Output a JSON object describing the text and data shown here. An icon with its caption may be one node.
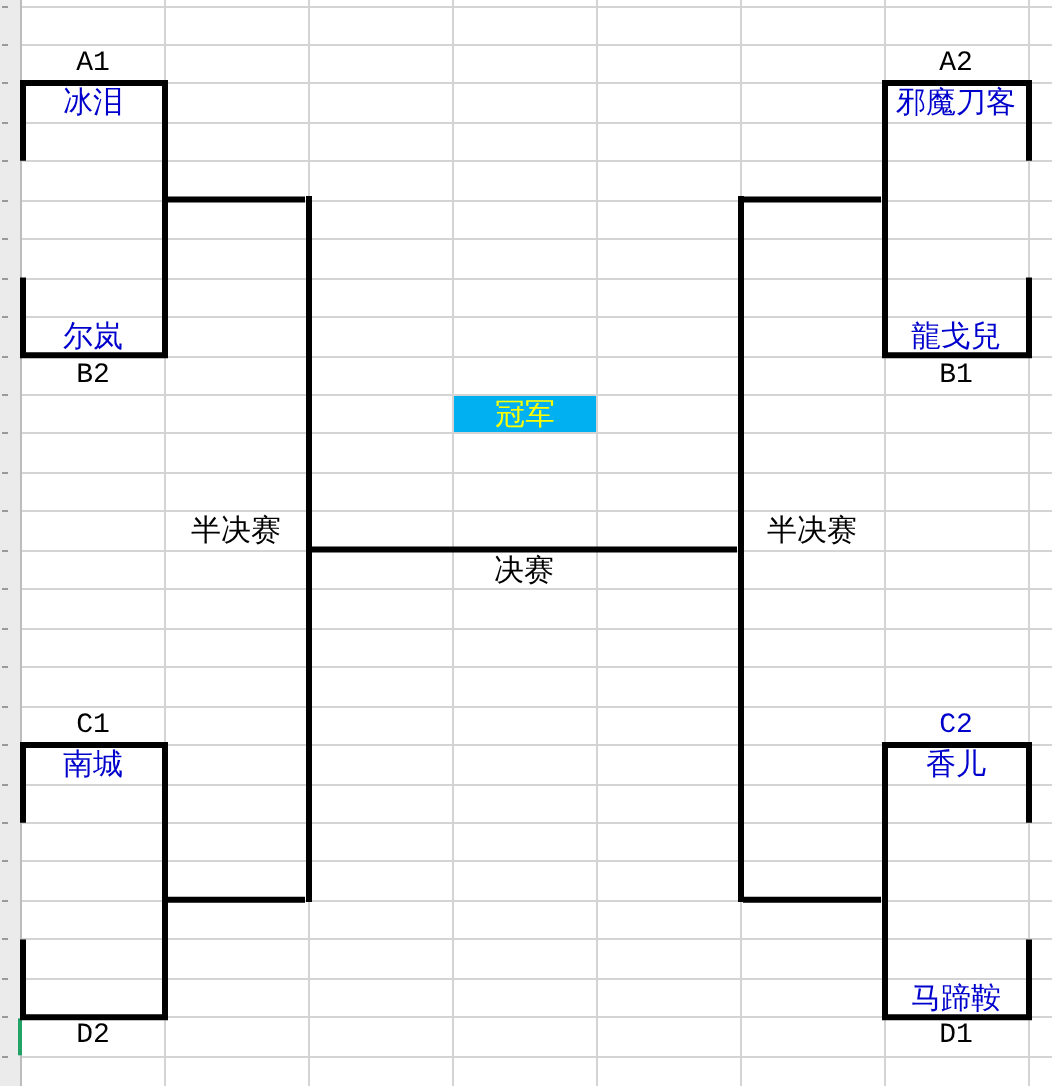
{
  "diagram": {
    "nodes": [
      {
        "text": [
          "冰泪",
          "尔岚"
        ],
        "beside": [
          "A1",
          "B2"
        ]
      },
      {
        "text": [
          "邪魔刀客",
          "龍戈兒"
        ],
        "beside": [
          "A2",
          "B1"
        ]
      },
      {
        "text": [
          "冠军"
        ]
      },
      {
        "text": [],
        "shape": "bar",
        "beside": [
          "半决赛"
        ]
      },
      {
        "text": [],
        "shape": "bar",
        "beside": [
          "半决赛"
        ]
      },
      {
        "text": [
          "南城"
        ],
        "beside": [
          "C1",
          "D2"
        ]
      },
      {
        "text": [
          "香儿",
          "马蹄鞍"
        ],
        "beside": [
          "C2",
          "D1"
        ]
      }
    ],
    "edges": [
      {
        "from": 0,
        "to": 3,
        "arrow": "none"
      },
      {
        "from": 5,
        "to": 3,
        "arrow": "none"
      },
      {
        "from": 1,
        "to": 4,
        "arrow": "none"
      },
      {
        "from": 6,
        "to": 4,
        "arrow": "none"
      },
      {
        "from": 3,
        "to": 4,
        "arrow": "none",
        "label": "决赛"
      }
    ]
  }
}
